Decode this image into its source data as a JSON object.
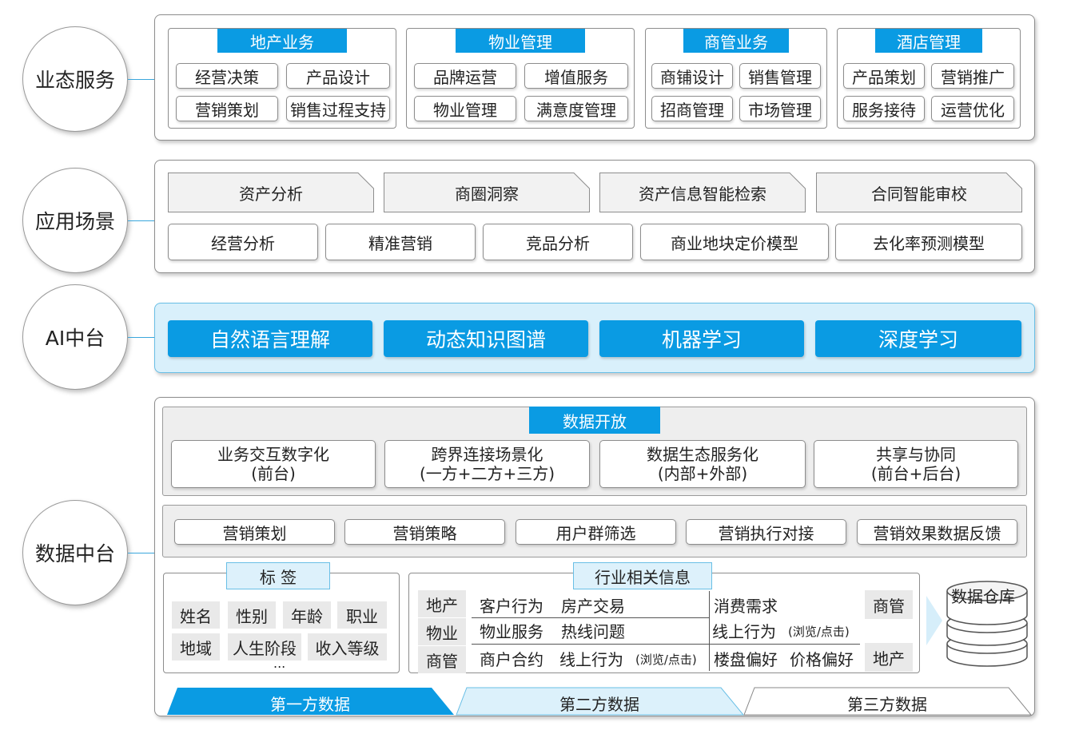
{
  "layers": {
    "business": "业态服务",
    "scenario": "应用场景",
    "ai": "AI中台",
    "data": "数据中台"
  },
  "business_groups": [
    {
      "title": "地产业务",
      "items": [
        "经营决策",
        "产品设计",
        "营销策划",
        "销售过程支持"
      ]
    },
    {
      "title": "物业管理",
      "items": [
        "品牌运营",
        "增值服务",
        "物业管理",
        "满意度管理"
      ]
    },
    {
      "title": "商管业务",
      "items": [
        "商铺设计",
        "销售管理",
        "招商管理",
        "市场管理"
      ]
    },
    {
      "title": "酒店管理",
      "items": [
        "产品策划",
        "营销推广",
        "服务接待",
        "运营优化"
      ]
    }
  ],
  "scenarios": {
    "top": [
      "资产分析",
      "商圈洞察",
      "资产信息智能检索",
      "合同智能审校"
    ],
    "bottom": [
      "经营分析",
      "精准营销",
      "竞品分析",
      "商业地块定价模型",
      "去化率预测模型"
    ]
  },
  "ai_items": [
    "自然语言理解",
    "动态知识图谱",
    "机器学习",
    "深度学习"
  ],
  "data_open": {
    "title": "数据开放",
    "items": [
      {
        "line1": "业务交互数字化",
        "line2": "(前台)"
      },
      {
        "line1": "跨界连接场景化",
        "line2": "(一方+二方+三方)"
      },
      {
        "line1": "数据生态服务化",
        "line2": "(内部+外部)"
      },
      {
        "line1": "共享与协同",
        "line2": "(前台+后台)"
      }
    ]
  },
  "marketing": [
    "营销策划",
    "营销策略",
    "用户群筛选",
    "营销执行对接",
    "营销效果数据反馈"
  ],
  "tags": {
    "title": "标 签",
    "items": [
      "姓名",
      "性别",
      "年龄",
      "职业",
      "地域",
      "人生阶段",
      "收入等级"
    ],
    "more": "..."
  },
  "industry": {
    "title": "行业相关信息",
    "row_labels": [
      "地产",
      "物业",
      "商管"
    ],
    "rows_left": [
      [
        "客户行为",
        "房产交易"
      ],
      [
        "物业服务",
        "热线问题"
      ],
      [
        "商户合约",
        "线上行为"
      ]
    ],
    "rows_left_note": "(浏览/点击)",
    "rows_right": [
      "消费需求",
      "线上行为",
      "楼盘偏好",
      "价格偏好"
    ],
    "rows_right_note": "(浏览/点击)",
    "right_labels": [
      "商管",
      "地产"
    ]
  },
  "warehouse": "数据仓库",
  "bottom_bars": [
    "第一方数据",
    "第二方数据",
    "第三方数据"
  ],
  "colors": {
    "accent": "#0a9be3",
    "light": "#d9f0fb"
  }
}
